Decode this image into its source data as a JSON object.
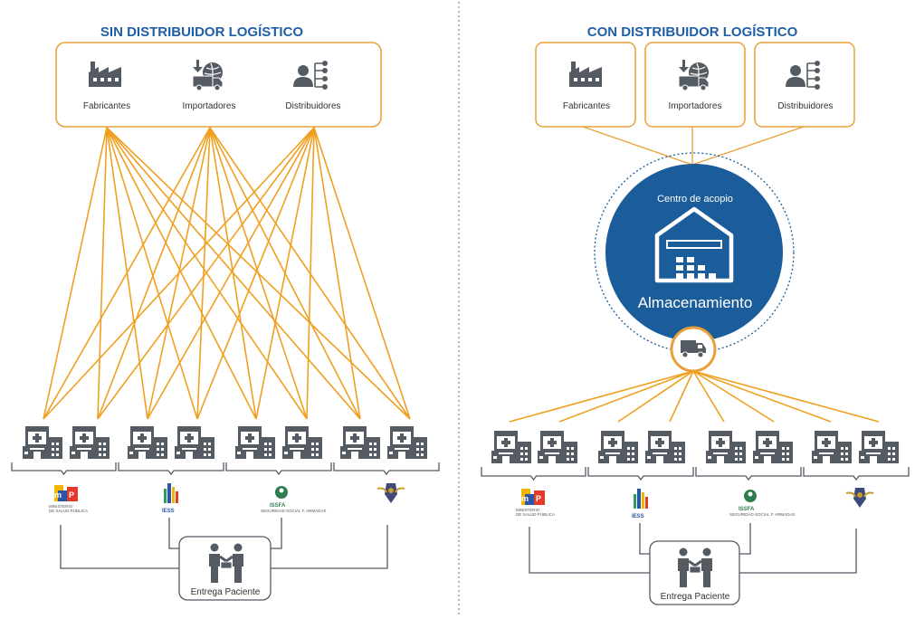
{
  "left": {
    "title": "SIN DISTRIBUIDOR LOGÍSTICO",
    "sources": [
      {
        "label": "Fabricantes",
        "icon": "factory-icon"
      },
      {
        "label": "Importadores",
        "icon": "import-truck-icon"
      },
      {
        "label": "Distribuidores",
        "icon": "distributor-icon"
      }
    ],
    "institutions": [
      {
        "logo": "msp-logo",
        "text": "MINISTERIO DE SALUD PÚBLICA"
      },
      {
        "logo": "iess-logo",
        "text": "IESS"
      },
      {
        "logo": "issfa-logo",
        "text": "ISSFA",
        "subtext": "SEGURIDAD SOCIAL FUERZAS ARMADAS"
      },
      {
        "logo": "isspol-logo",
        "text": ""
      }
    ],
    "patient_label": "Entrega Paciente"
  },
  "right": {
    "title": "CON DISTRIBUIDOR LOGÍSTICO",
    "sources": [
      {
        "label": "Fabricantes",
        "icon": "factory-icon"
      },
      {
        "label": "Importadores",
        "icon": "import-truck-icon"
      },
      {
        "label": "Distribuidores",
        "icon": "distributor-icon"
      }
    ],
    "hub": {
      "top_label": "Centro de acopio",
      "main_label": "Almacenamiento"
    },
    "institutions": [
      {
        "logo": "msp-logo",
        "text": "MINISTERIO DE SALUD PÚBLICA"
      },
      {
        "logo": "iess-logo",
        "text": "IESS"
      },
      {
        "logo": "issfa-logo",
        "text": "ISSFA",
        "subtext": "SEGURIDAD SOCIAL FUERZAS ARMADAS"
      },
      {
        "logo": "isspol-logo",
        "text": ""
      }
    ],
    "patient_label": "Entrega Paciente"
  },
  "colors": {
    "title_blue": "#1f5fa6",
    "orange": "#f0a020",
    "hub_blue": "#1b5c9b",
    "icon_gray": "#555b63"
  }
}
